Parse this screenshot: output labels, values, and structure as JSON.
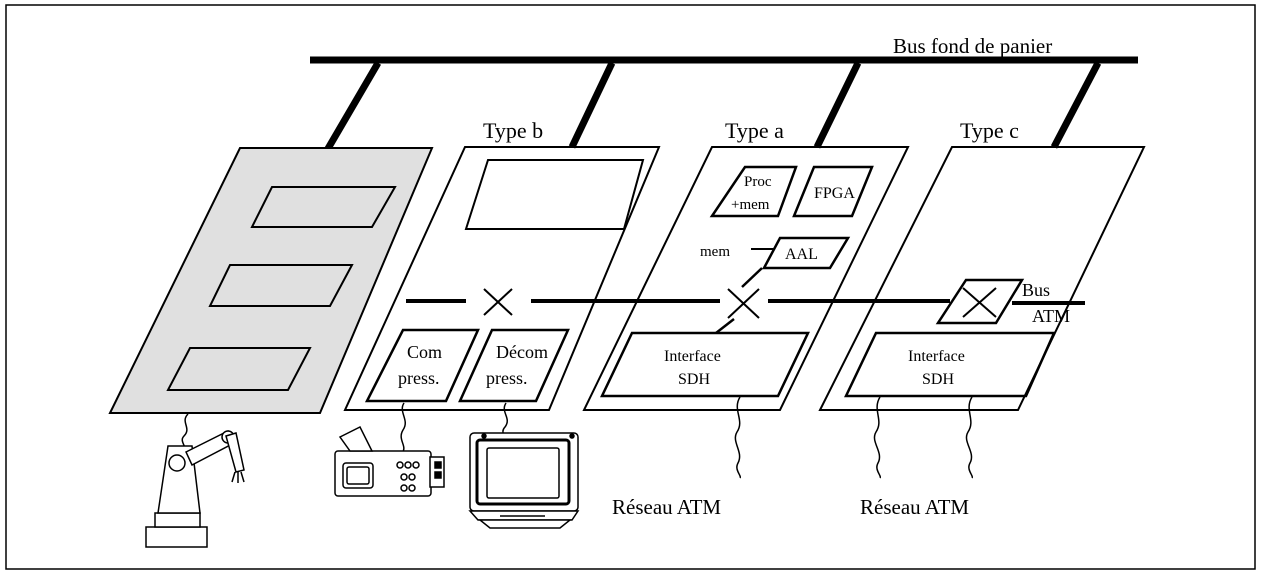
{
  "bus_label": "Bus fond de panier",
  "boards": {
    "type_b": {
      "title": "Type b",
      "compress_line1": "Com",
      "compress_line2": "press.",
      "decompress_line1": "Décom",
      "decompress_line2": "press."
    },
    "type_a": {
      "title": "Type a",
      "proc_line1": "Proc",
      "proc_line2": "+mem",
      "fpga": "FPGA",
      "mem": "mem",
      "aal": "AAL",
      "interface_line1": "Interface",
      "interface_line2": "SDH",
      "network": "Réseau ATM"
    },
    "type_c": {
      "title": "Type c",
      "bus_atm_line1": "Bus",
      "bus_atm_line2": "ATM",
      "interface_line1": "Interface",
      "interface_line2": "SDH",
      "network": "Réseau ATM"
    }
  },
  "colors": {
    "line": "#000000",
    "robot_board_fill": "#e0e0e0",
    "background": "#ffffff"
  }
}
